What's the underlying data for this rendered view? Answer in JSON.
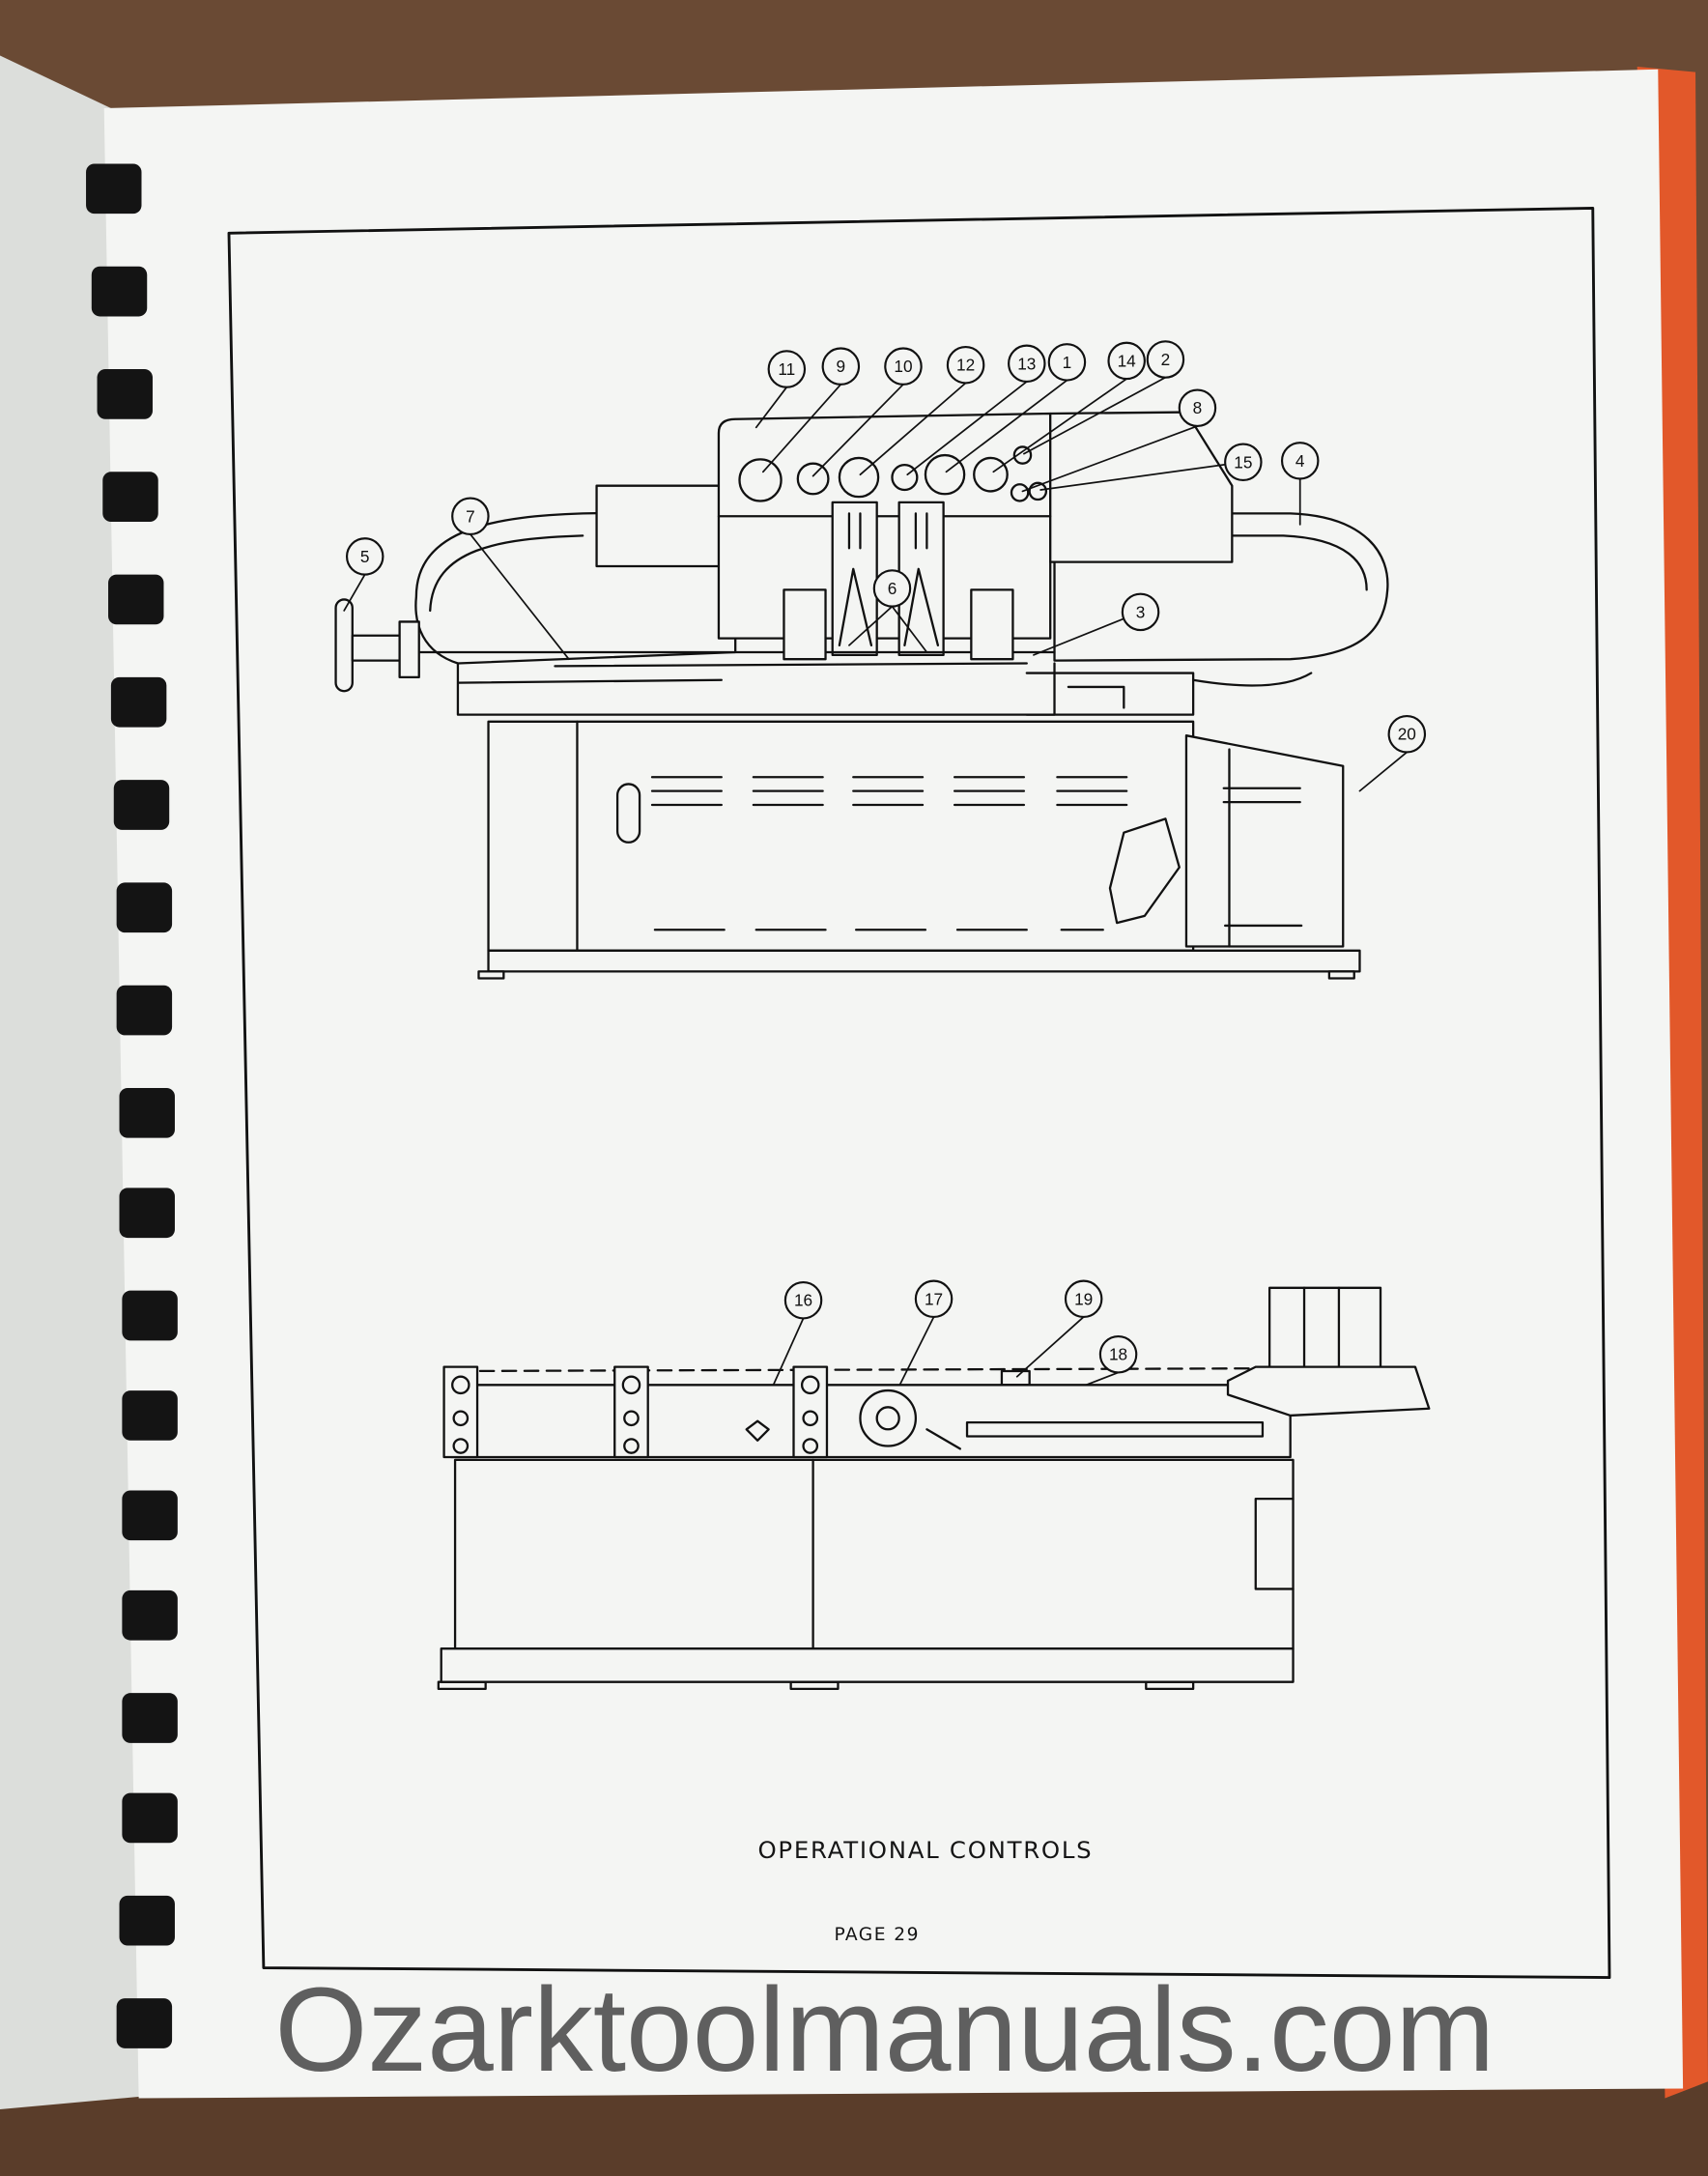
{
  "document": {
    "caption": "OPERATIONAL CONTROLS",
    "page_label": "PAGE 29",
    "watermark": "Ozarktoolmanuals.com"
  },
  "callouts": {
    "c1": "1",
    "c2": "2",
    "c3": "3",
    "c4": "4",
    "c5": "5",
    "c6": "6",
    "c7": "7",
    "c8": "8",
    "c9": "9",
    "c10": "10",
    "c11": "11",
    "c12": "12",
    "c13": "13",
    "c14": "14",
    "c15": "15",
    "c16": "16",
    "c17": "17",
    "c18": "18",
    "c19": "19",
    "c20": "20"
  },
  "colors": {
    "background_wood": "#6a4a34",
    "page": "#f4f5f3",
    "cover_edge": "#e2582a",
    "ink": "#111111"
  }
}
